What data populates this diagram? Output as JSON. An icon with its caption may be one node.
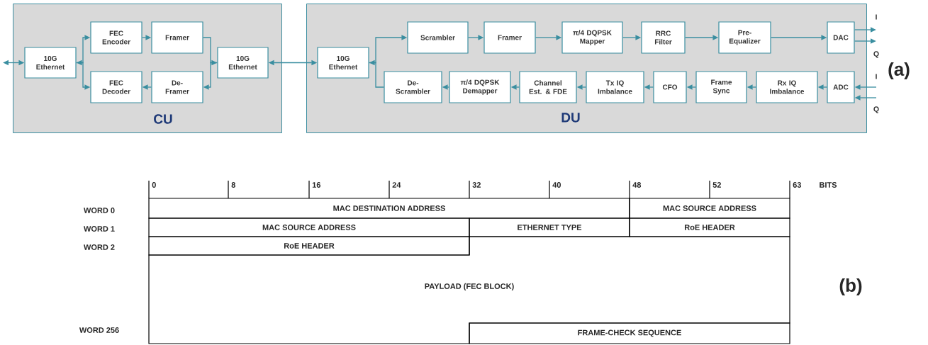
{
  "diagram": {
    "nodes": [
      {
        "text": [
          "CU"
        ]
      },
      {
        "text": [
          "10G Ethernet"
        ],
        "in": 0
      },
      {
        "text": [
          "FEC Encoder"
        ],
        "in": 0
      },
      {
        "text": [
          "Framer"
        ],
        "in": 0
      },
      {
        "text": [
          "FEC Decoder"
        ],
        "in": 0
      },
      {
        "text": [
          "De-Framer"
        ],
        "in": 0
      },
      {
        "text": [
          "10G Ethernet"
        ],
        "in": 0
      },
      {
        "text": [
          "DU"
        ]
      },
      {
        "text": [
          "10G Ethernet"
        ],
        "in": 7
      },
      {
        "text": [
          "Scrambler"
        ],
        "in": 7
      },
      {
        "text": [
          "Framer"
        ],
        "in": 7
      },
      {
        "text": [
          "π/4 DQPSK Mapper"
        ],
        "in": 7
      },
      {
        "text": [
          "RRC Filter"
        ],
        "in": 7
      },
      {
        "text": [
          "Pre-Equalizer"
        ],
        "in": 7
      },
      {
        "text": [
          "DAC"
        ],
        "in": 7
      },
      {
        "text": [
          "De-Scrambler"
        ],
        "in": 7
      },
      {
        "text": [
          "π/4 DQPSK Demapper"
        ],
        "in": 7
      },
      {
        "text": [
          "Channel Est. & FDE"
        ],
        "in": 7
      },
      {
        "text": [
          "Tx IQ Imbalance"
        ],
        "in": 7
      },
      {
        "text": [
          "CFO"
        ],
        "in": 7
      },
      {
        "text": [
          "Frame Sync"
        ],
        "in": 7
      },
      {
        "text": [
          "Rx IQ Imbalance"
        ],
        "in": 7
      },
      {
        "text": [
          "ADC"
        ],
        "in": 7
      }
    ],
    "edges": [
      {
        "from": 1,
        "to": null,
        "arrow": "both"
      },
      {
        "from": 1,
        "to": 2,
        "arrow": "to"
      },
      {
        "from": 1,
        "to": 4,
        "arrow": "both"
      },
      {
        "from": 2,
        "to": 3,
        "arrow": "to"
      },
      {
        "from": 5,
        "to": 4,
        "arrow": "to"
      },
      {
        "from": 3,
        "to": 6,
        "arrow": "to"
      },
      {
        "from": 6,
        "to": 5,
        "arrow": "to"
      },
      {
        "from": 6,
        "to": 8,
        "arrow": "both"
      },
      {
        "from": 8,
        "to": 9,
        "arrow": "to"
      },
      {
        "from": 15,
        "to": 8,
        "arrow": "to"
      },
      {
        "from": 9,
        "to": 10,
        "arrow": "to"
      },
      {
        "from": 10,
        "to": 11,
        "arrow": "to"
      },
      {
        "from": 11,
        "to": 12,
        "arrow": "to"
      },
      {
        "from": 12,
        "to": 13,
        "arrow": "to"
      },
      {
        "from": 13,
        "to": 14,
        "arrow": "to"
      },
      {
        "from": 22,
        "to": 21,
        "arrow": "to"
      },
      {
        "from": 21,
        "to": 20,
        "arrow": "to"
      },
      {
        "from": 20,
        "to": 19,
        "arrow": "to"
      },
      {
        "from": 19,
        "to": 18,
        "arrow": "to"
      },
      {
        "from": 18,
        "to": 17,
        "arrow": "to"
      },
      {
        "from": 17,
        "to": 16,
        "arrow": "to"
      },
      {
        "from": 16,
        "to": 15,
        "arrow": "to"
      },
      {
        "from": 14,
        "to": null,
        "arrow": "to",
        "label": "I"
      },
      {
        "from": 14,
        "to": null,
        "arrow": "to",
        "label": "Q"
      },
      {
        "from": null,
        "to": 22,
        "arrow": "to",
        "label": "I"
      },
      {
        "from": null,
        "to": 22,
        "arrow": "to",
        "label": "Q"
      }
    ],
    "labels": [
      "(a)",
      "0",
      "8",
      "16",
      "24",
      "32",
      "40",
      "48",
      "52",
      "63",
      "BITS",
      "WORD 0",
      "MAC DESTINATION ADDRESS",
      "MAC SOURCE ADDRESS",
      "WORD 1",
      "MAC SOURCE ADDRESS",
      "ETHERNET TYPE",
      "RoE HEADER",
      "WORD 2",
      "RoE HEADER",
      "(b)",
      "PAYLOAD (FEC BLOCK)",
      "WORD 256",
      "FRAME-CHECK SEQUENCE"
    ]
  }
}
